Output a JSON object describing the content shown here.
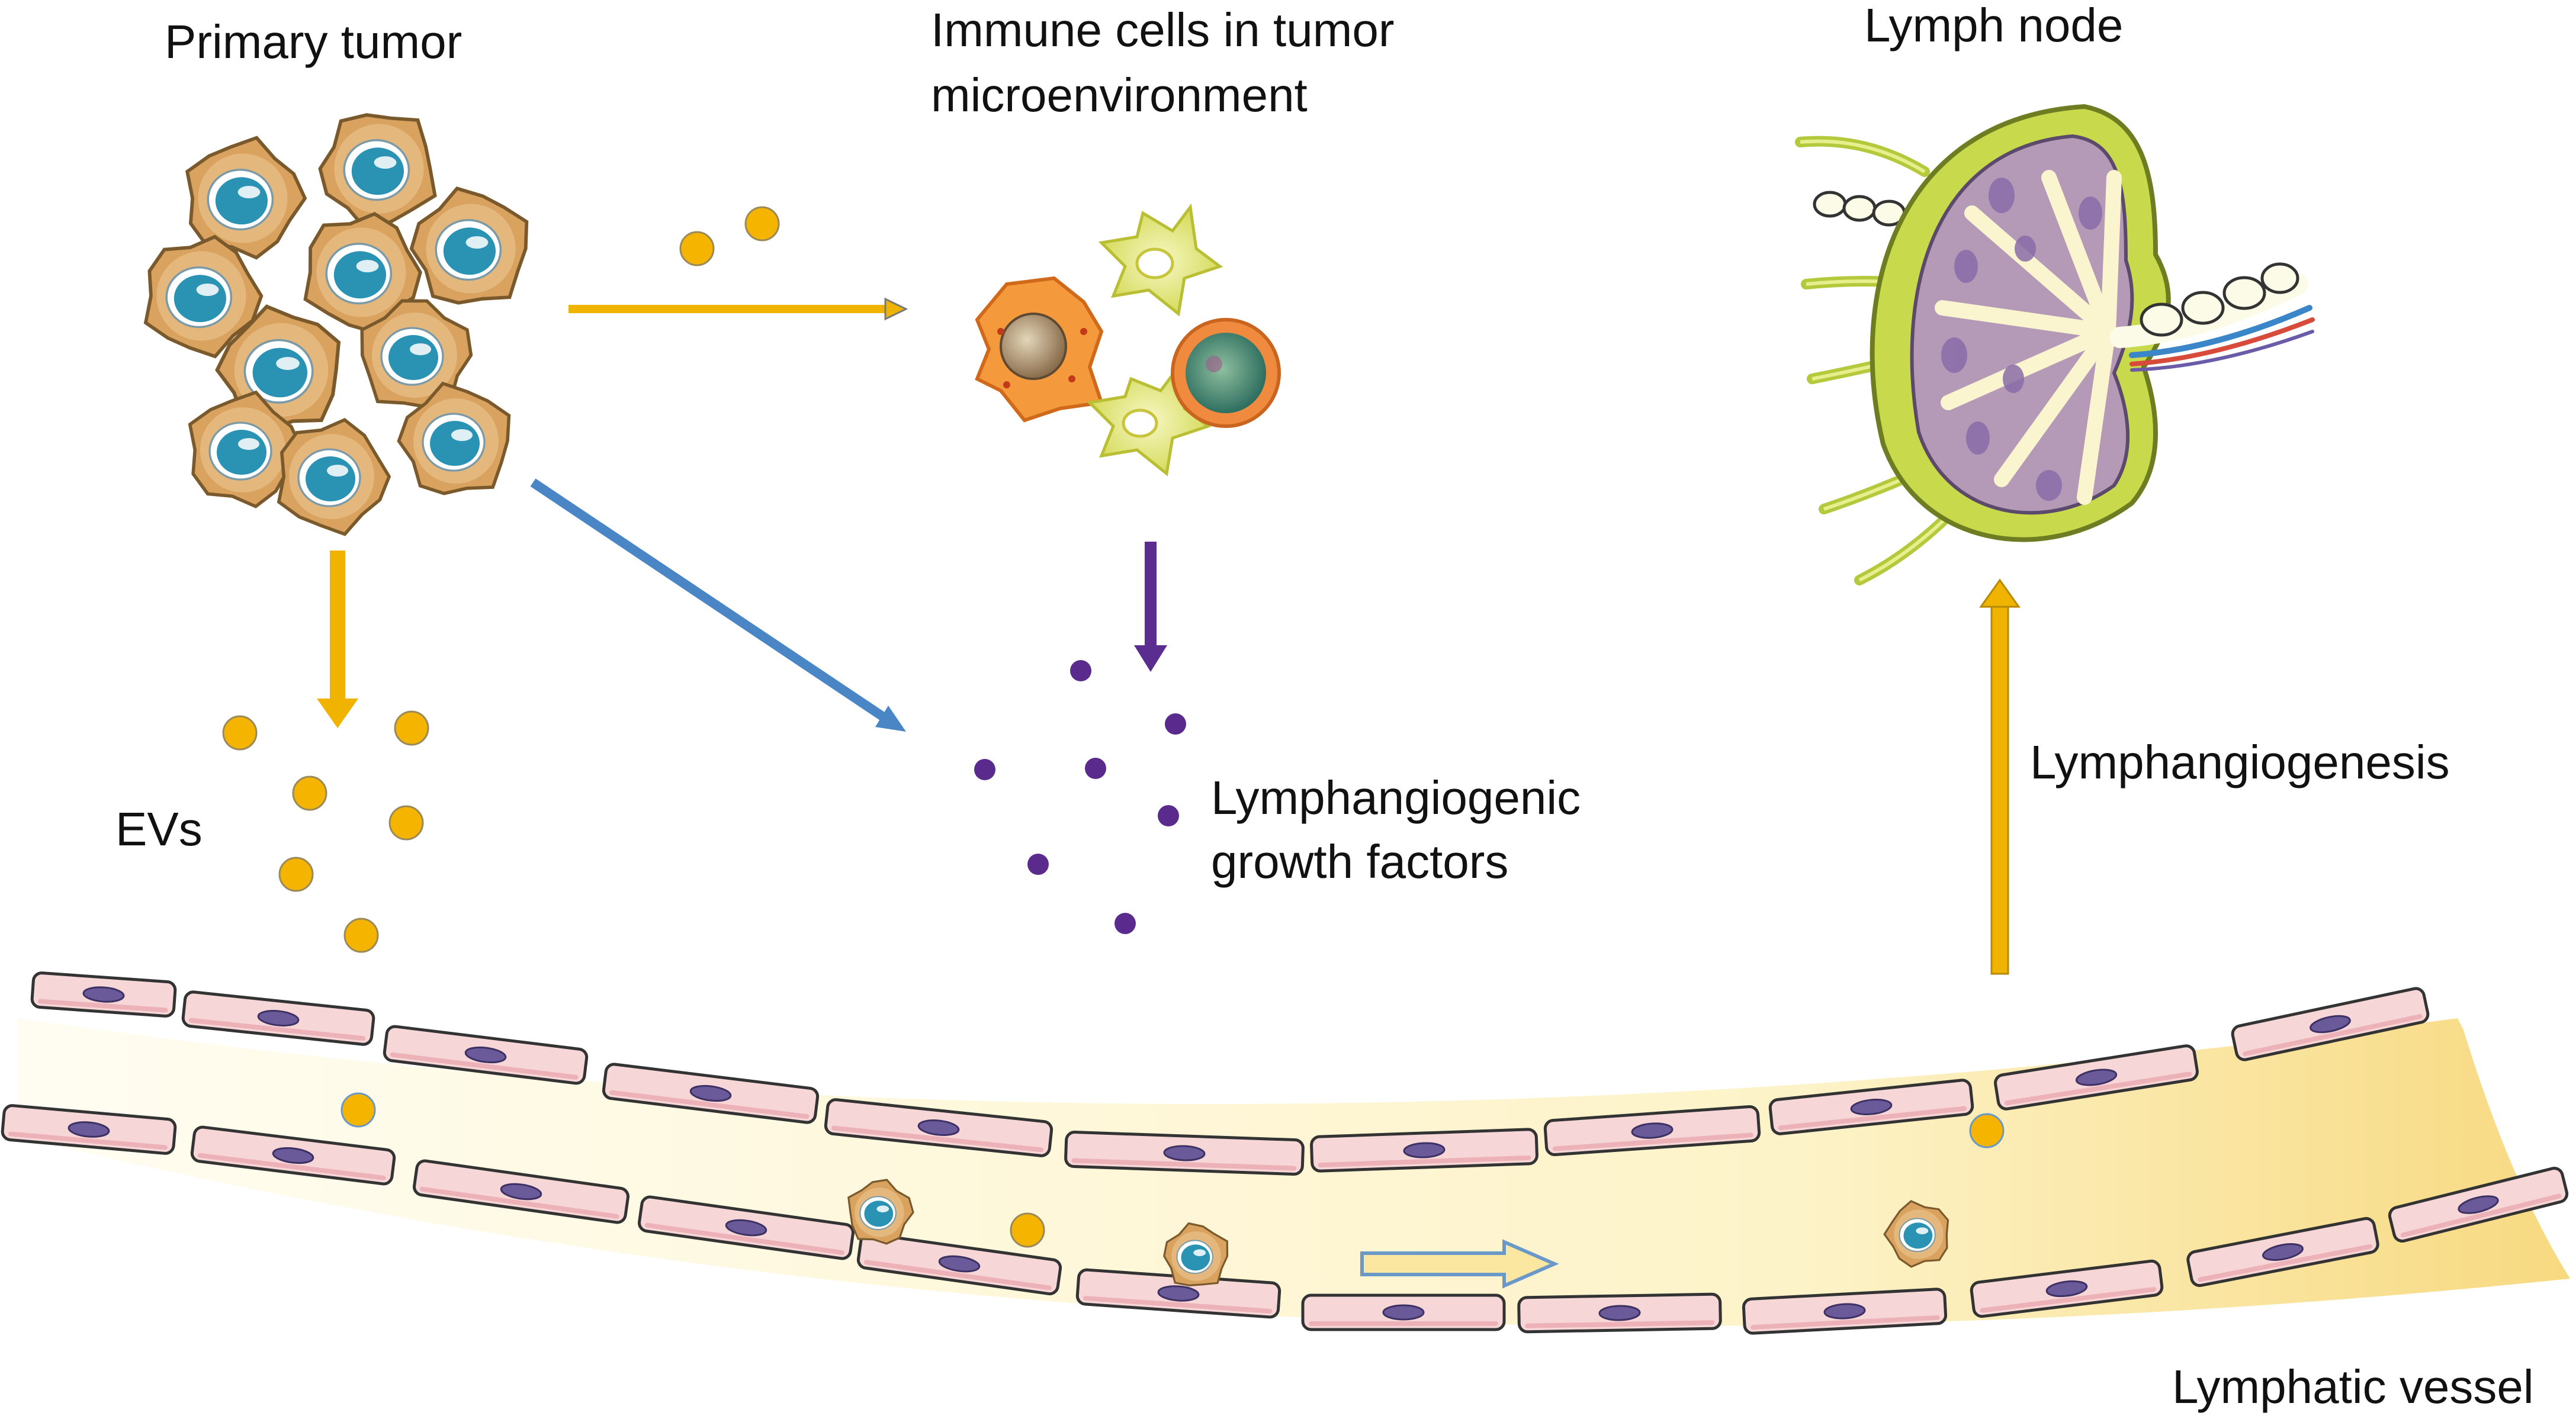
{
  "labels": {
    "primary_tumor": "Primary tumor",
    "immune_line1": "Immune cells in tumor",
    "immune_line2": "microenvironment",
    "lymph_node": "Lymph node",
    "evs": "EVs",
    "growth_line1": "Lymphangiogenic",
    "growth_line2": "growth factors",
    "lymphangiogenesis": "Lymphangiogenesis",
    "lymphatic_vessel": "Lymphatic vessel"
  },
  "colors": {
    "ev_yellow": "#f5b400",
    "arrow_yellow": "#f0b400",
    "arrow_blue": "#4a86c5",
    "arrow_purple": "#5b2d90",
    "growth_factor": "#5a2b8c",
    "tumor_cell": "#d9a25e",
    "tumor_nucleus": "#2a93b3",
    "endothelial_cell": "#f7d6d8",
    "endothelial_nucleus": "#6a5a9a",
    "lymph_node_outer": "#c9d94c",
    "lymph_node_inner": "#b59ab8",
    "vessel_lumen": "#fdf3c8"
  }
}
